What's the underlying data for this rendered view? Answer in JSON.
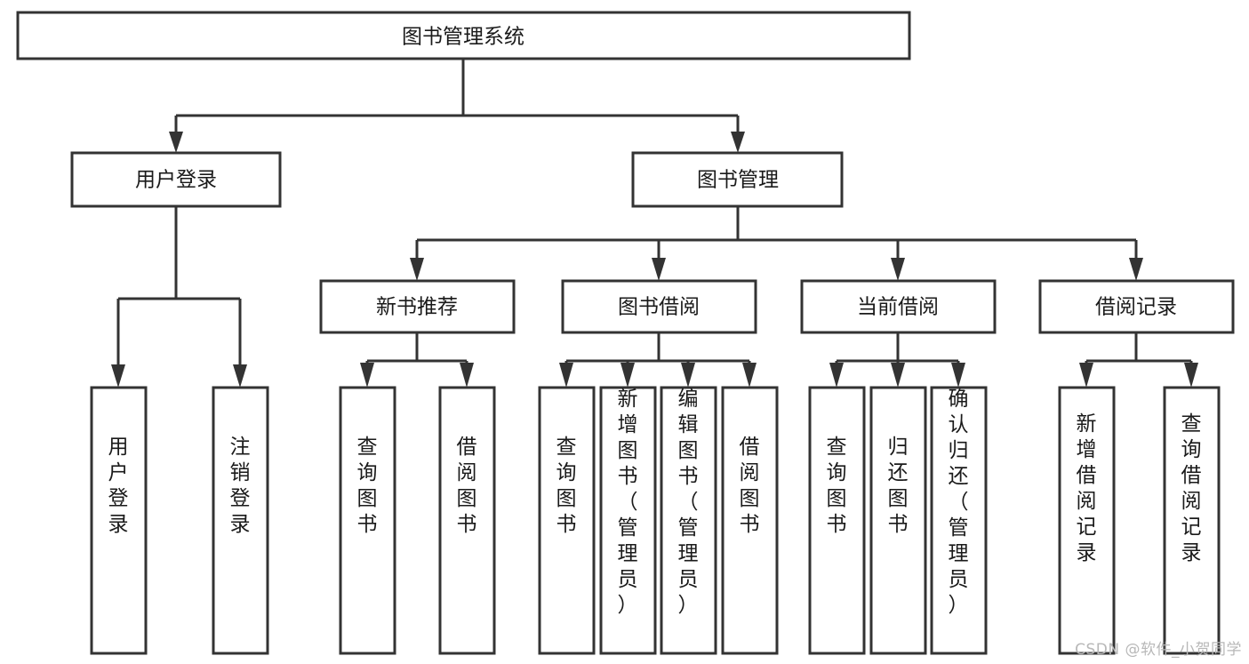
{
  "diagram": {
    "type": "tree-hierarchy",
    "title": "图书管理系统",
    "orientation": "top-down",
    "colors": {
      "box_stroke": "#333333",
      "box_fill": "#ffffff",
      "text": "#1a1a1a",
      "connector": "#333333",
      "watermark": "#b8b8b8"
    },
    "root": {
      "label": "图书管理系统"
    },
    "level2": [
      {
        "label": "用户登录"
      },
      {
        "label": "图书管理"
      }
    ],
    "level3": [
      {
        "label": "新书推荐"
      },
      {
        "label": "图书借阅"
      },
      {
        "label": "当前借阅"
      },
      {
        "label": "借阅记录"
      }
    ],
    "leaves": {
      "user_login": [
        {
          "label": "用户登录"
        },
        {
          "label": "注销登录"
        }
      ],
      "new_book_recommend": [
        {
          "label": "查询图书"
        },
        {
          "label": "借阅图书"
        }
      ],
      "book_borrow": [
        {
          "label": "查询图书"
        },
        {
          "label": "新增图书（管理员）"
        },
        {
          "label": "编辑图书（管理员）"
        },
        {
          "label": "借阅图书"
        }
      ],
      "current_borrow": [
        {
          "label": "查询图书"
        },
        {
          "label": "归还图书"
        },
        {
          "label": "确认归还（管理员）"
        }
      ],
      "borrow_records": [
        {
          "label": "新增借阅记录"
        },
        {
          "label": "查询借阅记录"
        }
      ]
    }
  },
  "watermark": {
    "text": "CSDN @软件_小贺同学"
  }
}
